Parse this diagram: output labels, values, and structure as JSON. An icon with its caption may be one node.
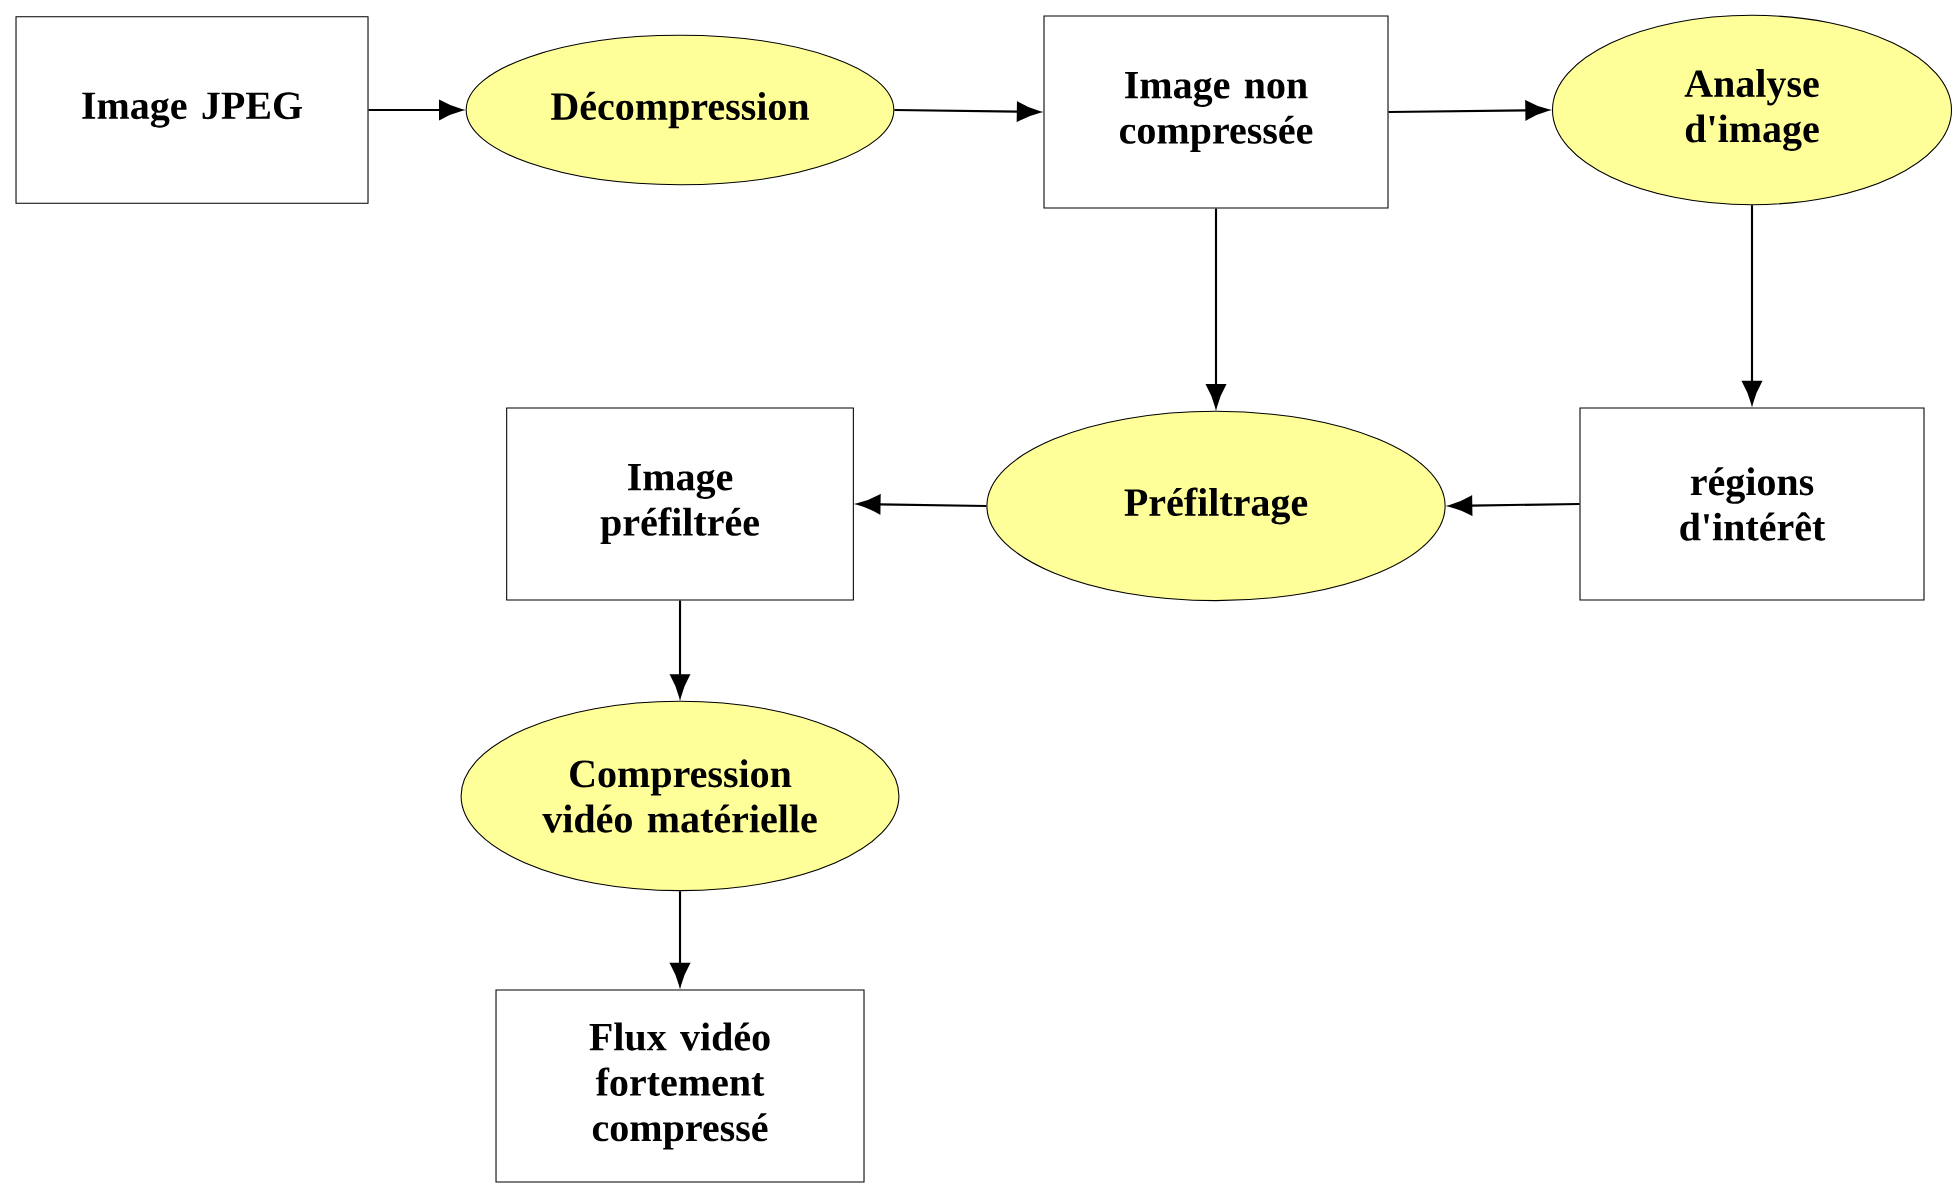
{
  "diagram": {
    "nodes": [
      {
        "text": [
          "Image JPEG"
        ]
      },
      {
        "text": [
          "Décompression"
        ]
      },
      {
        "text": [
          "Image non compressée"
        ]
      },
      {
        "text": [
          "Analyse d'image"
        ]
      },
      {
        "text": [
          "régions d'intérêt"
        ]
      },
      {
        "text": [
          "Préfiltrage"
        ]
      },
      {
        "text": [
          "Image préfiltrée"
        ]
      },
      {
        "text": [
          "Compression vidéo matérielle"
        ]
      },
      {
        "text": [
          "Flux vidéo fortement compressé"
        ]
      }
    ],
    "edges": [
      {
        "from": 0,
        "to": 1,
        "arrow": "to"
      },
      {
        "from": 1,
        "to": 2,
        "arrow": "to"
      },
      {
        "from": 2,
        "to": 3,
        "arrow": "to"
      },
      {
        "from": 2,
        "to": 5,
        "arrow": "to"
      },
      {
        "from": 3,
        "to": 4,
        "arrow": "to"
      },
      {
        "from": 4,
        "to": 5,
        "arrow": "to"
      },
      {
        "from": 5,
        "to": 6,
        "arrow": "to"
      },
      {
        "from": 6,
        "to": 7,
        "arrow": "to"
      },
      {
        "from": 7,
        "to": 8,
        "arrow": "to"
      }
    ]
  }
}
